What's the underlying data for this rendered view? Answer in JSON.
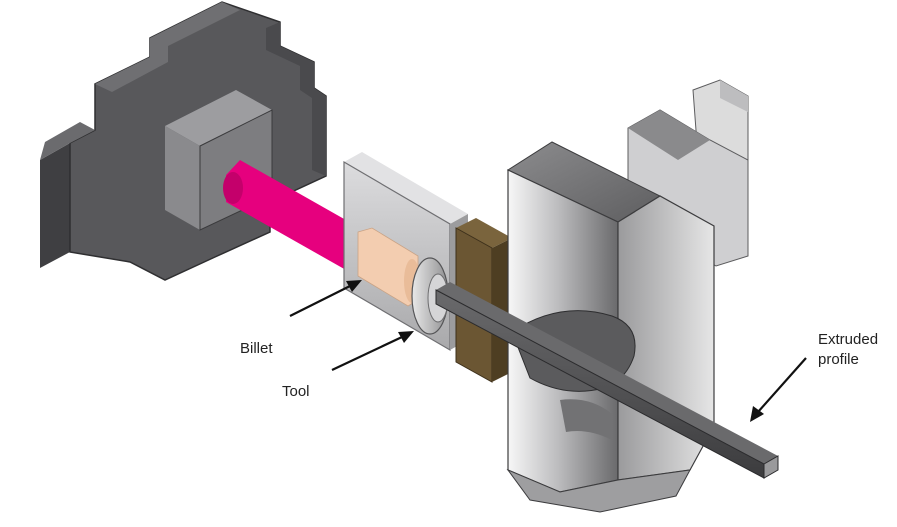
{
  "labels": {
    "billet": "Billet",
    "tool": "Tool",
    "extruded_line1": "Extruded",
    "extruded_line2": "profile"
  },
  "colors": {
    "ram_dark": "#4a4a4d",
    "ram_mid": "#5f5f62",
    "ram_top": "#6e6e71",
    "stem": "#e6007e",
    "billet": "#f3cdb0",
    "container": "#c9c9cc",
    "die_brown": "#6b5633",
    "die_brown_dark": "#4e3e22",
    "housing_light": "#f2f2f2",
    "housing_mid": "#a9a9ab",
    "housing_dark": "#6c6c6e",
    "profile": "#4b4b4d",
    "arrow": "#111111"
  },
  "icons": {
    "billet_arrow": "arrow-pointer",
    "tool_arrow": "arrow-pointer",
    "profile_arrow": "arrow-pointer"
  }
}
